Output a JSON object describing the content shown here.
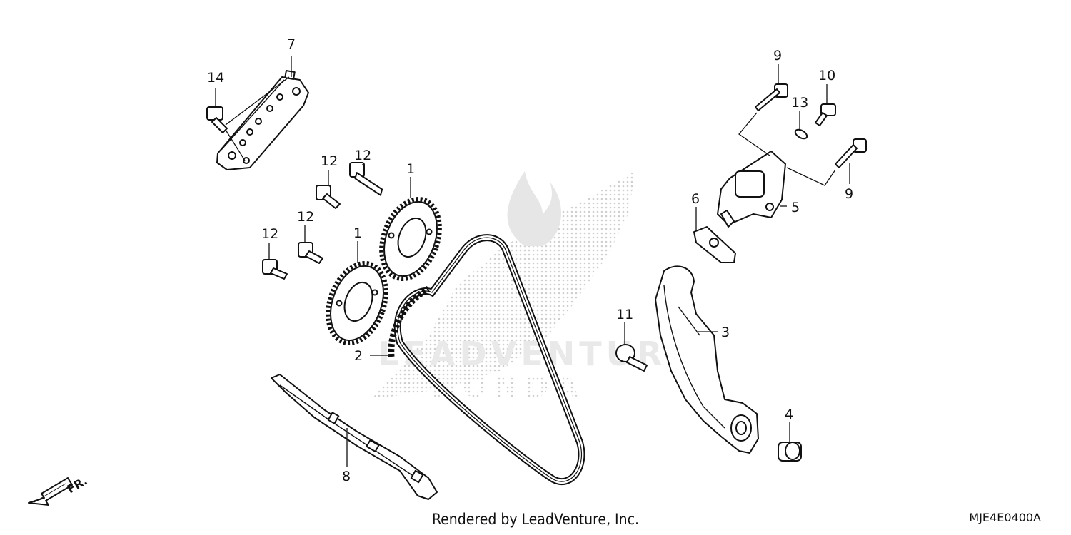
{
  "callouts": {
    "c1a": "1",
    "c1b": "1",
    "c2": "2",
    "c3": "3",
    "c4": "4",
    "c5": "5",
    "c6": "6",
    "c7": "7",
    "c8": "8",
    "c9a": "9",
    "c9b": "9",
    "c10": "10",
    "c11": "11",
    "c12a": "12",
    "c12b": "12",
    "c12c": "12",
    "c12d": "12",
    "c13": "13",
    "c14": "14"
  },
  "watermark": {
    "line1": "LEADVENTURE",
    "line2": "HONDA"
  },
  "direction_label": "FR.",
  "footer_text": "Rendered by LeadVenture, Inc.",
  "diagram_code": "MJE4E0400A",
  "colors": {
    "ink": "#111111",
    "watermark": "#cfcfcf"
  }
}
